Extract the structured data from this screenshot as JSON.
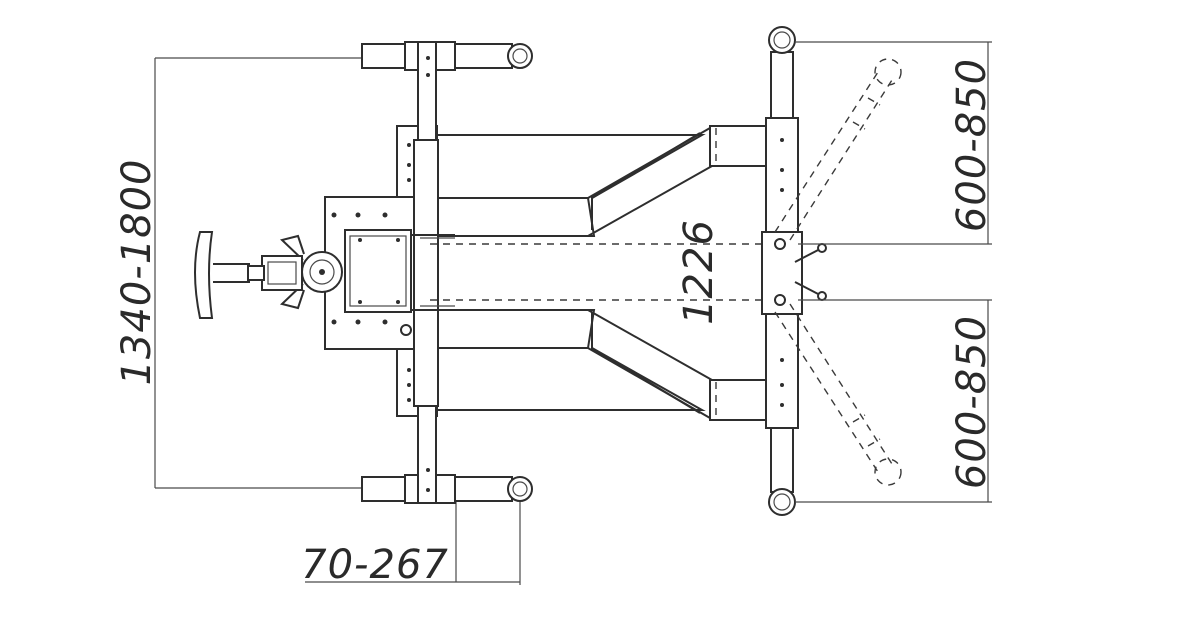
{
  "diagram": {
    "dimensions": {
      "overall_width": "1340-1800",
      "arm_offset": "70-267",
      "center_length": "1226",
      "leg_upper": "600-850",
      "leg_lower": "600-850"
    }
  }
}
